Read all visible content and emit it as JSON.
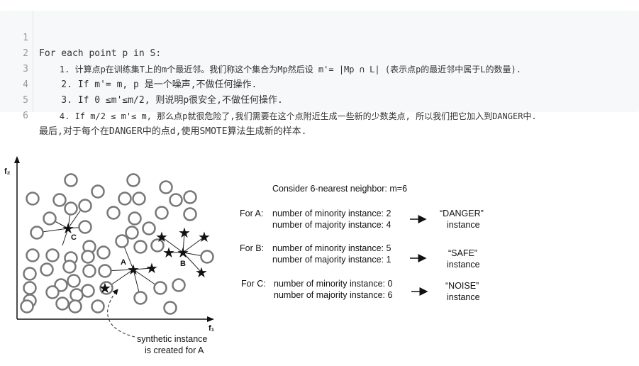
{
  "code": {
    "lines": [
      {
        "num": "1",
        "text": "For each point p in S:"
      },
      {
        "num": "2",
        "text": "    1. 计算点p在训练集T上的m个最近邻。我们称这个集合为Mp然后设 m'= |Mp ∩ L| (表示点p的最近邻中属于L的数量)."
      },
      {
        "num": "3",
        "text": "    2. If m'= m, p 是一个噪声,不做任何操作."
      },
      {
        "num": "4",
        "text": "    3. If 0 ≤m'≤m/2, 则说明p很安全,不做任何操作."
      },
      {
        "num": "5",
        "text": "    4. If m/2 ≤ m'≤ m, 那么点p就很危险了,我们需要在这个点附近生成一些新的少数类点, 所以我们把它加入到DANGER中."
      },
      {
        "num": "6",
        "text": "最后,对于每个在DANGER中的点d,使用SMOTE算法生成新的样本."
      }
    ]
  },
  "figure": {
    "axis_y": "f₂",
    "axis_x": "f₁",
    "label_a": "A",
    "label_b": "B",
    "label_c": "C",
    "synthetic_note": [
      "synthetic instance",
      "is created for A"
    ],
    "heading": "Consider 6-nearest neighbor: m=6",
    "cases": [
      {
        "prefix": "For A:",
        "minority": "number of minority instance: 2",
        "majority": "number of majority instance: 4",
        "result": [
          "“DANGER”",
          "instance"
        ]
      },
      {
        "prefix": "For B:",
        "minority": "number of minority instance: 5",
        "majority": "number of majority instance: 1",
        "result": [
          "“SAFE”",
          "instance"
        ]
      },
      {
        "prefix": "For C:",
        "minority": "number of minority instance: 0",
        "majority": "number of majority instance: 6",
        "result": [
          "“NOISE”",
          "instance"
        ]
      }
    ]
  }
}
